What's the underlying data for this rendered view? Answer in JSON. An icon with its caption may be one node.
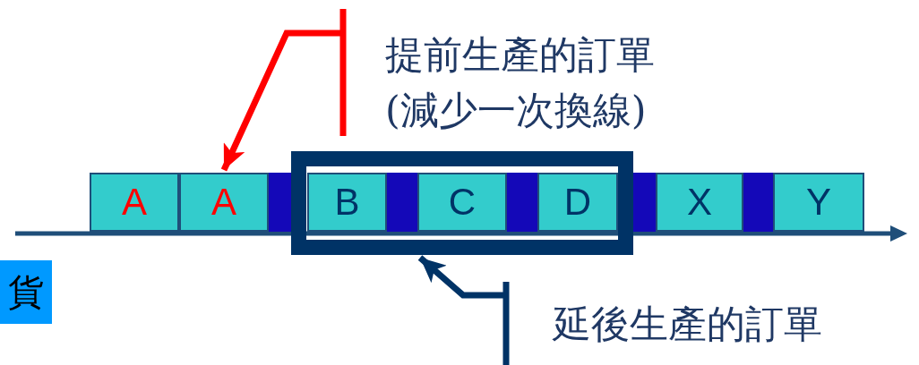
{
  "diagram": {
    "nodes": [
      {
        "text": [
          "A"
        ]
      },
      {
        "text": [
          "A"
        ]
      },
      {
        "text": [],
        "shape": "bar"
      },
      {
        "text": [],
        "shape": "box"
      },
      {
        "text": [
          "B"
        ],
        "in": 3
      },
      {
        "text": [],
        "shape": "bar",
        "in": 3
      },
      {
        "text": [
          "C"
        ],
        "in": 3
      },
      {
        "text": [],
        "shape": "bar",
        "in": 3
      },
      {
        "text": [
          "D"
        ],
        "in": 3
      },
      {
        "text": [],
        "shape": "bar"
      },
      {
        "text": [
          "X"
        ]
      },
      {
        "text": [],
        "shape": "bar"
      },
      {
        "text": [
          "Y"
        ]
      },
      {
        "text": [
          "貨"
        ]
      }
    ],
    "edges": [
      {
        "from": null,
        "to": 1,
        "arrow": "to",
        "color": "#ff0000"
      },
      {
        "from": null,
        "to": 3,
        "arrow": "to",
        "color": "#003366"
      }
    ],
    "labels": [
      "提前生產的訂單(減少一次換線)",
      "延後生產的訂單"
    ]
  }
}
